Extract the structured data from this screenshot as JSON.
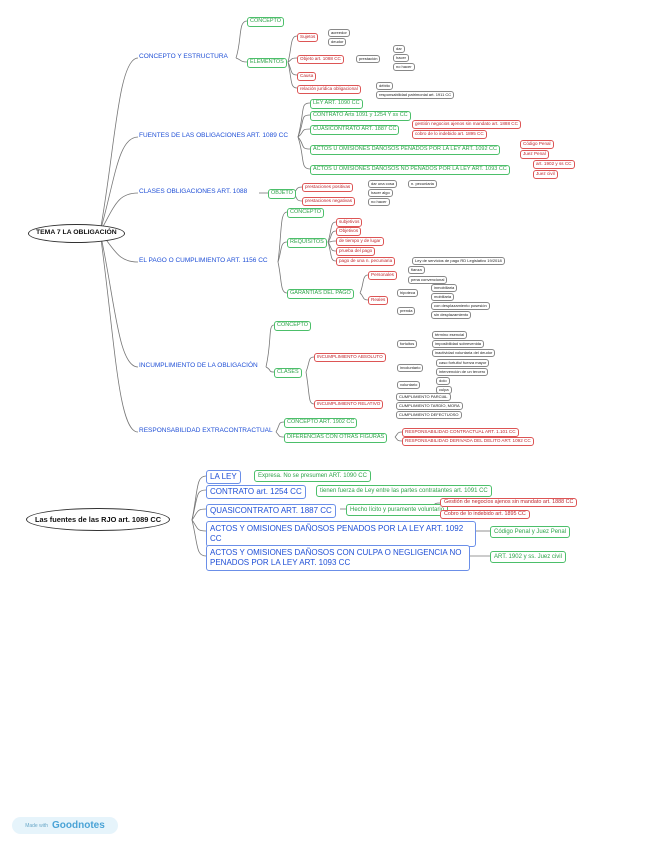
{
  "map1": {
    "root": "TEMA 7 LA OBLIGACIÓN",
    "concepto_estructura": {
      "label": "CONCEPTO Y ESTRUCTURA",
      "concepto": "CONCEPTO",
      "elementos": {
        "label": "ELEMENTOS",
        "sujetos": {
          "label": "Sujetos",
          "items": [
            "acreedor",
            "deudor"
          ]
        },
        "objeto": {
          "label": "Objeto art. 1088 CC",
          "prestacion": "prestación",
          "items": [
            "dar",
            "hacer",
            "no hacer"
          ]
        },
        "causa": "Causa",
        "relacion": {
          "label": "relación jurídica obligacional",
          "items": [
            "débito",
            "responsabilidad patrimonial art. 1911 CC"
          ]
        }
      }
    },
    "fuentes": {
      "label": "FUENTES DE LAS OBLIGACIONES ART. 1089 CC",
      "ley": "LEY ART. 1090 CC",
      "contrato": "CONTRATO Arts 1091 y 1254 Y ss CC",
      "cuasicontrato": {
        "label": "CUASICONTRATO ART. 1887 CC",
        "items": [
          "gestión negocios ajenos sin mandato art. 1888 CC",
          "cobro de lo indebido art. 1895 CC"
        ]
      },
      "actos_penados": {
        "label": "ACTOS U OMISIONES DAÑOSOS PENADOS POR LA LEY ART. 1092 CC",
        "items": [
          "Código Penal",
          "Juez Penal"
        ]
      },
      "actos_no_penados": {
        "label": "ACTOS U OMISIONES DAÑOSOS NO PENADOS POR LA LEY ART. 1093 CC",
        "items": [
          "art. 1902 y ss CC",
          "Juez civil"
        ]
      }
    },
    "clases": {
      "label": "CLASES OBLIGACIONES ART. 1088",
      "objeto": "OBJETO",
      "positivas": {
        "label": "prestaciones positivas",
        "items": [
          "dar una cosa",
          "hacer algo"
        ],
        "extra": "n. pecuniaria"
      },
      "negativas": {
        "label": "prestaciones negativas",
        "items": [
          "no hacer"
        ]
      }
    },
    "pago": {
      "label": "EL PAGO O CUMPLIMIENTO ART. 1156 CC",
      "concepto": "CONCEPTO",
      "requisitos": {
        "label": "REQUISITOS",
        "items": [
          "subjetivos",
          "Objetivos",
          "de tiempo y de lugar",
          "prueba del pago",
          "pago de una n. pecuniaria"
        ],
        "ley": "Ley de servicios de pago RD Legislativo 19/2018"
      },
      "garantias": {
        "label": "GARANTÍAS DEL PAGO",
        "personales": {
          "label": "Personales",
          "items": [
            "fianza",
            "pena convencional"
          ]
        },
        "reales": {
          "label": "Reales",
          "hipoteca": "hipoteca",
          "hipoteca_items": [
            "inmobiliaria",
            "mobiliaria"
          ],
          "prenda": "prenda",
          "prenda_items": [
            "con desplazamiento posesión",
            "sin desplazamiento"
          ]
        }
      }
    },
    "incumplimiento": {
      "label": "INCUMPLIMIENTO DE LA OBLIGACIÓN",
      "concepto": "CONCEPTO",
      "clases": "CLASES",
      "absoluto": {
        "label": "INCUMPLIMIENTO ABSOLUTO",
        "fortuitos": "fortuitos",
        "fortuitos_items": [
          "término esencial",
          "imposibilidad sobrevenida",
          "inactividad voluntaria del deudor"
        ],
        "involuntario": "involuntario",
        "involuntario_items": [
          "caso fortuito/ fuerza mayor",
          "intervención de un tercero"
        ],
        "voluntario": "voluntario",
        "voluntario_items": [
          "dolo",
          "culpa"
        ]
      },
      "relativo": {
        "label": "INCUMPLIMIENTO RELATIVO",
        "items": [
          "CUMPLIMIENTO PARCIAL",
          "CUMPLIMIENTO TARDÍO, MORA",
          "CUMPLIMIENTO DEFECTUOSO"
        ]
      }
    },
    "responsabilidad": {
      "label": "RESPONSABILIDAD EXTRACONTRACTUAL",
      "concepto": "CONCEPTO ART. 1902 CC",
      "diferencias": "DIFERENCIAS CON OTRAS FIGURAS",
      "items": [
        "RESPONSABILIDAD CONTRACTUAL ART. 1.101 CC",
        "RESPONSABILIDAD DERIVADA DEL DELITO ART. 1092 CC"
      ]
    }
  },
  "map2": {
    "root": "Las fuentes de las RJO art. 1089 CC",
    "ley": {
      "label": "LA LEY",
      "detail": "Expresa. No se presumen ART. 1090 CC"
    },
    "contrato": {
      "label": "CONTRATO art. 1254 CC",
      "detail": "tienen fuerza de Ley entre las partes contratantes art. 1091 CC"
    },
    "cuasicontrato": {
      "label": "QUASICONTRATO ART. 1887 CC",
      "detail": "Hecho lícito y puramente voluntario",
      "items": [
        "Gestión de negocios ajenos sin mandato art. 1888 CC",
        "Cobro de lo indebido art. 1895 CC"
      ]
    },
    "actos_penados": {
      "label": "ACTOS Y OMISIONES DAÑOSOS PENADOS POR LA LEY ART. 1092 CC",
      "detail": "Código Penal y Juez Penal"
    },
    "actos_culpa": {
      "label": "ACTOS Y OMISIONES DAÑOSOS CON CULPA O NEGLIGENCIA NO PENADOS POR LA LEY ART. 1093 CC",
      "detail": "ART. 1902 y ss. Juez civil"
    }
  },
  "footer": {
    "made_with": "Made with",
    "brand": "Goodnotes"
  },
  "colors": {
    "blue": "#1f4fd6",
    "green": "#2ea44a",
    "red": "#c0262d",
    "line": "#666666"
  }
}
